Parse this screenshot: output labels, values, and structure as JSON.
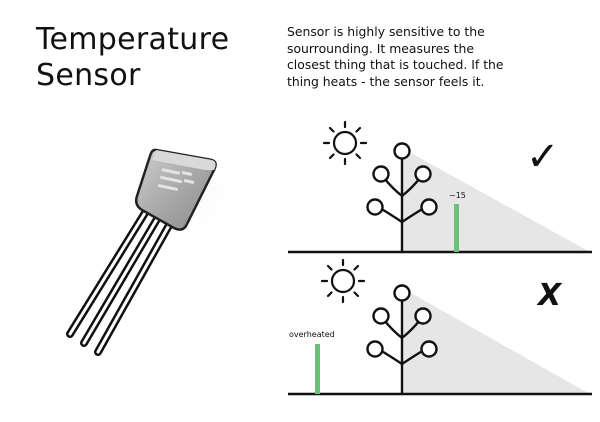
{
  "title": {
    "lines": [
      "Temperature",
      "Sensor"
    ]
  },
  "description": {
    "lines": [
      "Sensor is highly sensitive to the",
      "sourrounding. It measures the",
      "closest thing that is touched. If the",
      "thing heats - the sensor feels it."
    ]
  },
  "panels": [
    {
      "verdict": "correct",
      "verdict_mark": "✓",
      "sensor_label": "~15",
      "sensor_color": "#6cc17a",
      "sun_icon": "sun-icon",
      "plant_icon": "plant-icon"
    },
    {
      "verdict": "incorrect",
      "verdict_mark": "X",
      "sensor_label": "overheated",
      "sensor_color": "#6cc17a",
      "sun_icon": "sun-icon",
      "plant_icon": "plant-icon"
    }
  ],
  "colors": {
    "shadow": "#e6e6e6",
    "sensor_bar": "#6cc17a",
    "line": "#111111"
  }
}
